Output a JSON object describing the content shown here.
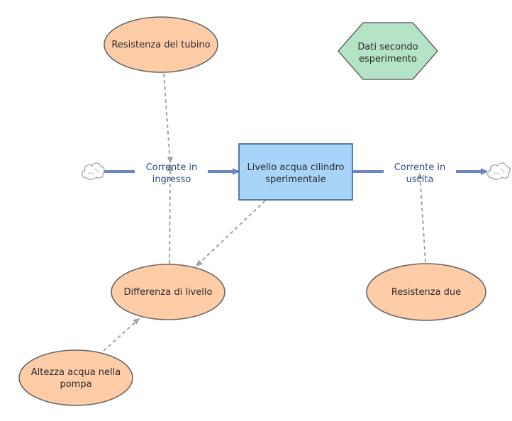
{
  "colors": {
    "aux_fill": "#ffcca8",
    "aux_stroke": "#666666",
    "stock_fill": "#a8d4f8",
    "stock_stroke": "#3d5f99",
    "data_fill": "#b4e3c6",
    "data_stroke": "#6a6a6a",
    "flow": "#6d86c2",
    "flow_text": "#2f4a8a",
    "link": "#a3a3a3",
    "cloud_fill": "#ffffff",
    "cloud_stroke": "#9a9a9a"
  },
  "nodes": {
    "resistenza_tubino": {
      "label": "Resistenza del tubino"
    },
    "dati_secondo": {
      "label": [
        "Dati secondo",
        "esperimento"
      ]
    },
    "corrente_ingresso": {
      "label": [
        "Corrente in",
        "ingresso"
      ]
    },
    "livello_acqua": {
      "label": [
        "Livello acqua cilindro",
        "sperimentale"
      ]
    },
    "corrente_uscita": {
      "label": [
        "Corrente in",
        "uscita"
      ]
    },
    "differenza_livello": {
      "label": "Differenza di livello"
    },
    "resistenza_due": {
      "label": "Resistenza due"
    },
    "altezza_pompa": {
      "label": [
        "Altezza acqua nella",
        "pompa"
      ]
    }
  },
  "clouds": [
    "source-cloud-icon",
    "sink-cloud-icon"
  ]
}
